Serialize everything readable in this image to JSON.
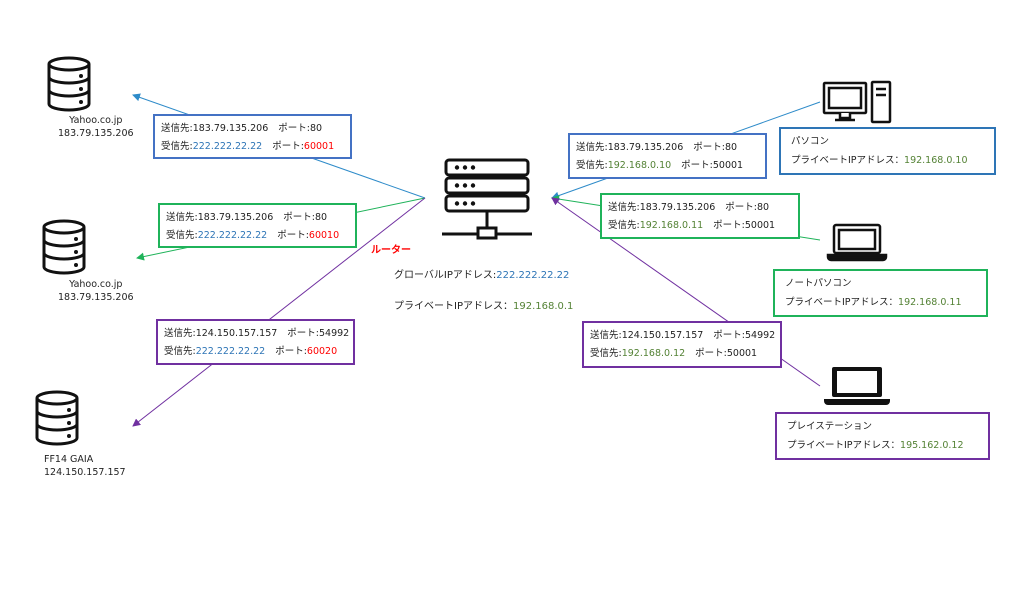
{
  "servers": [
    {
      "name": "Yahoo.co.jp",
      "ip": "183.79.135.206"
    },
    {
      "name": "Yahoo.co.jp",
      "ip": "183.79.135.206"
    },
    {
      "name": "FF14 GAIA",
      "ip": "124.150.157.157"
    }
  ],
  "router": {
    "label": "ルーター",
    "global_label": "グローバルIPアドレス:",
    "global_ip": "222.222.22.22",
    "private_label": "プライベートIPアドレス：",
    "private_ip": "192.168.0.1"
  },
  "left_packets": [
    {
      "src_label": "送信先:",
      "src_ip": "183.79.135.206",
      "src_port_label": "ポート:",
      "src_port": "80",
      "dst_label": "受信先:",
      "dst_ip": "222.222.22.22",
      "dst_port_label": "ポート:",
      "dst_port": "60001"
    },
    {
      "src_label": "送信先:",
      "src_ip": "183.79.135.206",
      "src_port_label": "ポート:",
      "src_port": "80",
      "dst_label": "受信先:",
      "dst_ip": "222.222.22.22",
      "dst_port_label": "ポート:",
      "dst_port": "60010"
    },
    {
      "src_label": "送信先:",
      "src_ip": "124.150.157.157",
      "src_port_label": "ポート:",
      "src_port": "54992",
      "dst_label": "受信先:",
      "dst_ip": "222.222.22.22",
      "dst_port_label": "ポート:",
      "dst_port": "60020"
    }
  ],
  "right_packets": [
    {
      "src_label": "送信先:",
      "src_ip": "183.79.135.206",
      "src_port_label": "ポート:",
      "src_port": "80",
      "dst_label": "受信先:",
      "dst_ip": "192.168.0.10",
      "dst_port_label": "ポート:",
      "dst_port": "50001"
    },
    {
      "src_label": "送信先:",
      "src_ip": "183.79.135.206",
      "src_port_label": "ポート:",
      "src_port": "80",
      "dst_label": "受信先:",
      "dst_ip": "192.168.0.11",
      "dst_port_label": "ポート:",
      "dst_port": "50001"
    },
    {
      "src_label": "送信先:",
      "src_ip": "124.150.157.157",
      "src_port_label": "ポート:",
      "src_port": "54992",
      "dst_label": "受信先:",
      "dst_ip": "192.168.0.12",
      "dst_port_label": "ポート:",
      "dst_port": "50001"
    }
  ],
  "devices": [
    {
      "name": "パソコン",
      "ip_label": "プライベートIPアドレス：",
      "ip": "192.168.0.10"
    },
    {
      "name": "ノートパソコン",
      "ip_label": "プライベートIPアドレス：",
      "ip": "192.168.0.11"
    },
    {
      "name": "プレイステーション",
      "ip_label": "プライベートIPアドレス：",
      "ip": "195.162.0.12"
    }
  ],
  "colors": {
    "blue": "#4472c4",
    "green": "#1fb35a",
    "purple": "#7030a0",
    "ip_blue": "#2e75b6",
    "port_red": "#ff0000",
    "private_green": "#548235"
  }
}
